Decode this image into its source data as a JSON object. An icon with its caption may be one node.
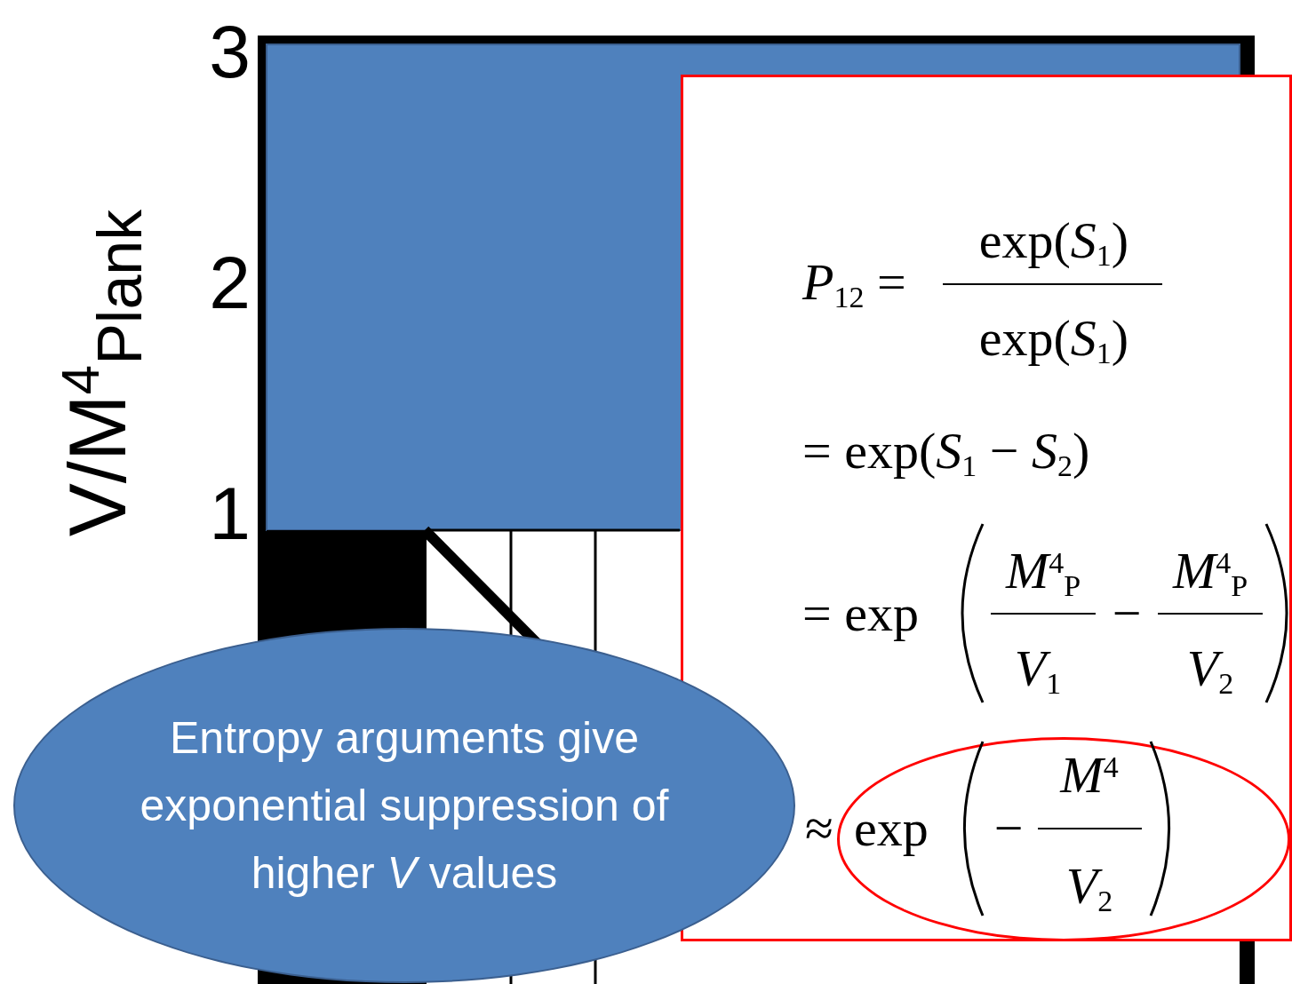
{
  "diagram": {
    "nodes": [
      {
        "text": [
          "*P*$_{12}$ =",
          "exp(*S*$_{1}$)",
          "exp(*S*$_{1}$)",
          "= exp(*S*$_{1}$ − *S*$_{2}$)",
          "= exp",
          "*M*$^{4}$$_{P}$",
          "*V*$_{1}$",
          "−",
          "*M*$^{4}$$_{P}$",
          "*V*$_{2}$",
          "≈"
        ]
      },
      {
        "text": [
          "exp",
          "−",
          "*M*$^{4}$",
          "*V*$_{2}$"
        ],
        "in": 0
      },
      {
        "text": [
          "Entropy arguments give exponential suppression of higher *V* values"
        ]
      }
    ],
    "labels": [
      "3",
      "2",
      "1",
      "V/M$^{4}$$_{Plank}$"
    ]
  }
}
